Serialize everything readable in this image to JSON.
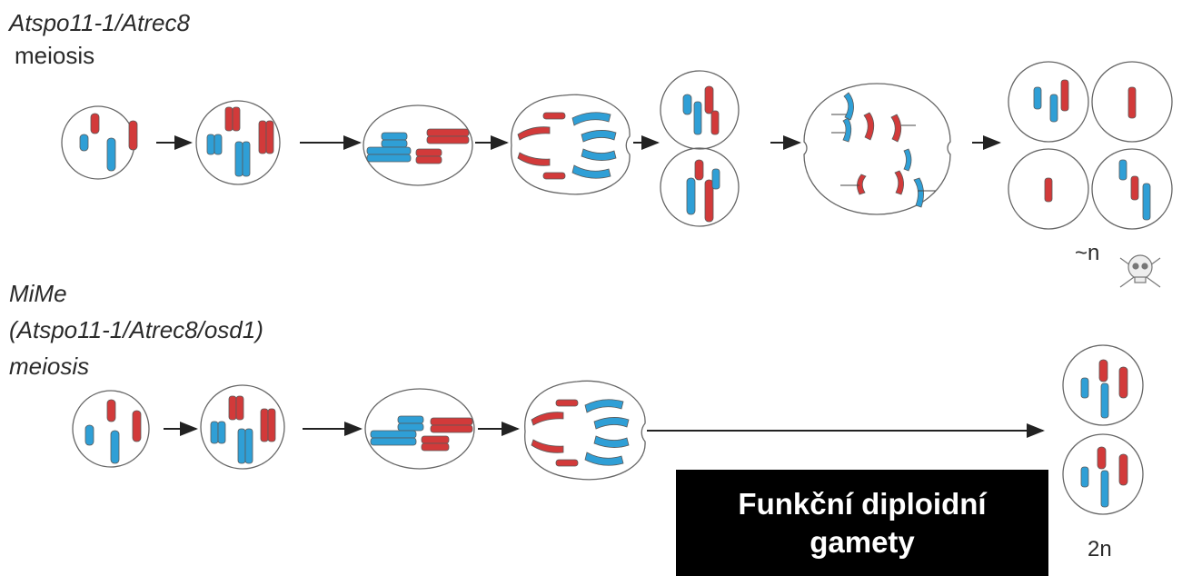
{
  "top": {
    "title_line1": "Atspo11-1/Atrec8",
    "title_line2": "meiosis",
    "ploidy": "~n",
    "skull_icon": "skull-crossbones-icon"
  },
  "bottom": {
    "title_line1": "MiMe",
    "title_line2": "(Atspo11-1/Atrec8/osd1)",
    "title_line3": "meiosis",
    "ploidy": "2n"
  },
  "callout": {
    "line1": "Funkční diploidní",
    "line2": "gamety"
  },
  "colors": {
    "chromosome_red": "#d23a3a",
    "chromosome_blue": "#2f9fd6",
    "outline": "#555555",
    "callout_bg": "#000000",
    "callout_text": "#ffffff"
  }
}
